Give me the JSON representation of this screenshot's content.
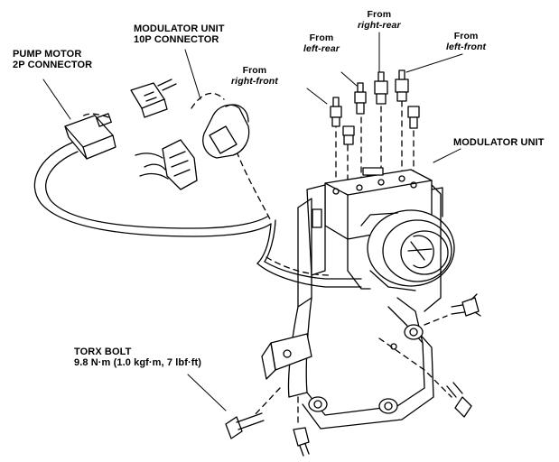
{
  "labels": {
    "pump_motor": [
      "PUMP MOTOR",
      "2P CONNECTOR"
    ],
    "modulator_connector": [
      "MODULATOR UNIT",
      "10P CONNECTOR"
    ],
    "modulator_unit": "MODULATOR UNIT",
    "torx_bolt": [
      "TORX BOLT",
      "9.8 N·m (1.0 kgf·m, 7 lbf·ft)"
    ],
    "from_right_front": [
      "From",
      "right-front"
    ],
    "from_left_rear": [
      "From",
      "left-rear"
    ],
    "from_right_rear": [
      "From",
      "right-rear"
    ],
    "from_left_front": [
      "From",
      "left-front"
    ]
  },
  "colors": {
    "ink": "#000000",
    "paper": "#ffffff"
  }
}
